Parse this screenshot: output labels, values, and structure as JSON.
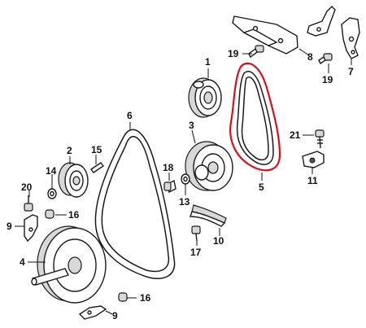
{
  "highlight_color": "#d8101a",
  "line_color": "#1a1a1a",
  "callouts": {
    "c1": "1",
    "c2": "2",
    "c3": "3",
    "c4": "4",
    "c5": "5",
    "c6": "6",
    "c7": "7",
    "c8": "8",
    "c9a": "9",
    "c9b": "9",
    "c10": "10",
    "c11": "11",
    "c13": "13",
    "c14": "14",
    "c15": "15",
    "c16a": "16",
    "c16b": "16",
    "c17": "17",
    "c18": "18",
    "c19a": "19",
    "c19b": "19",
    "c20": "20",
    "c21": "21"
  }
}
